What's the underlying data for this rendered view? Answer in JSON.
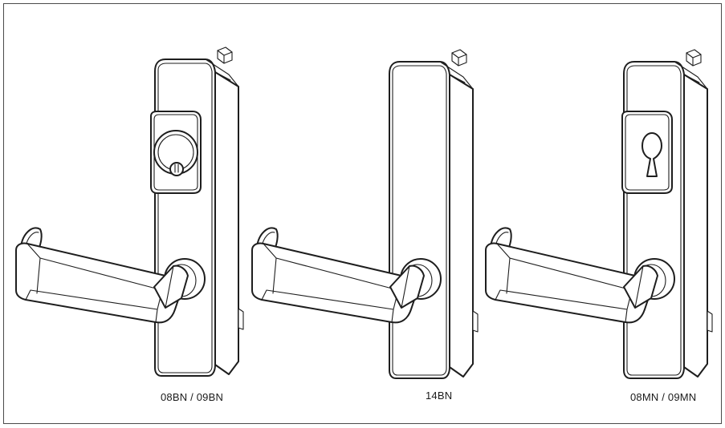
{
  "labels": {
    "left": "08BN / 09BN",
    "middle": "14BN",
    "right": "08MN / 09MN"
  },
  "colors": {
    "line": "#1e1e1e",
    "frame": "#4a4a4a",
    "background": "#ffffff"
  }
}
